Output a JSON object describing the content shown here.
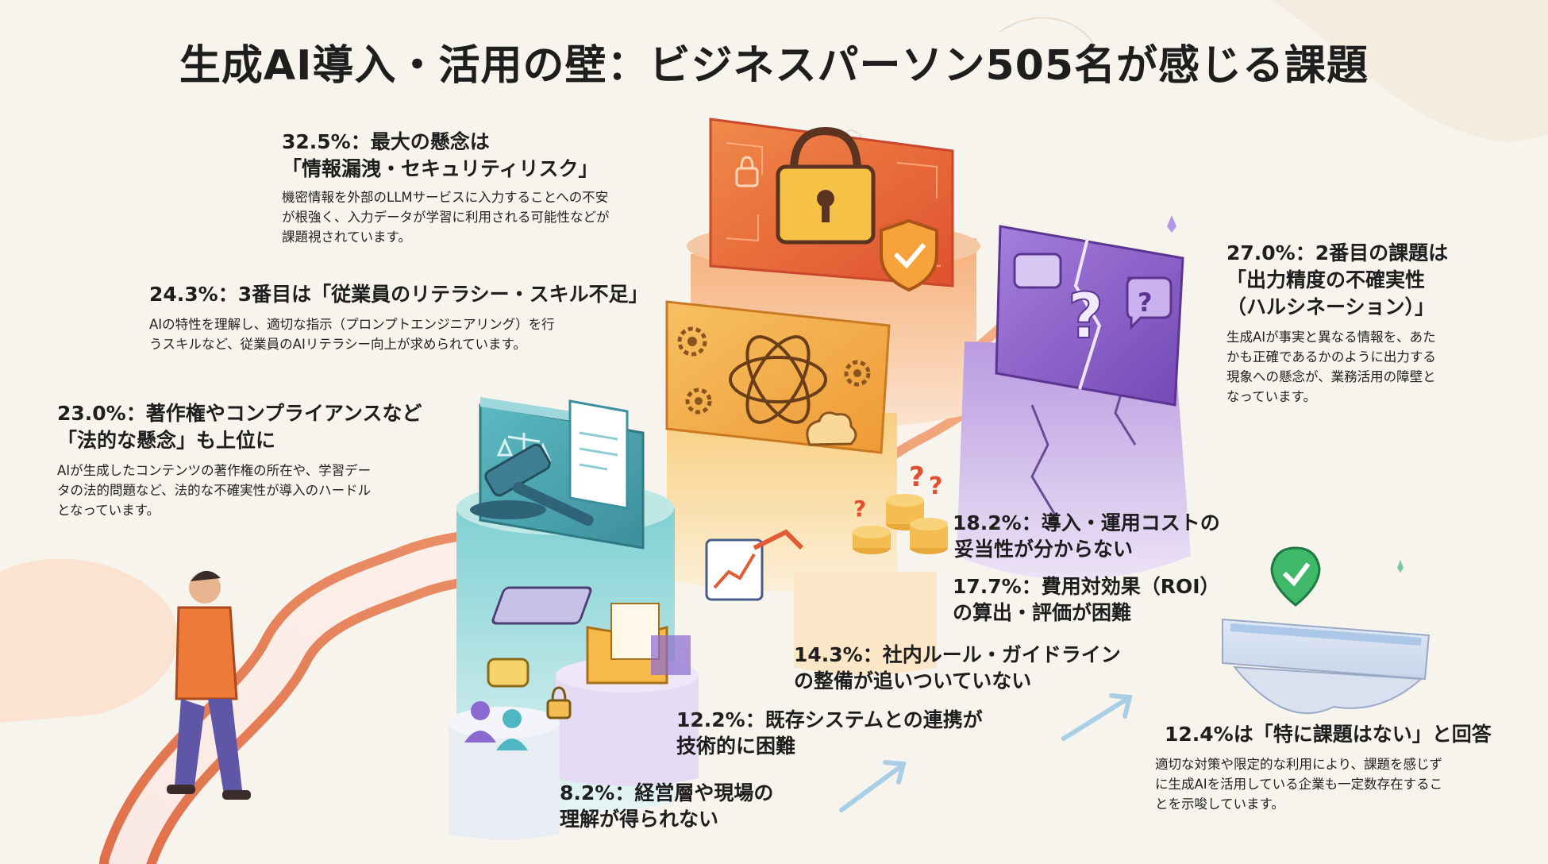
{
  "title": "生成AI導入・活用の壁：ビジネスパーソン505名が感じる課題",
  "colors": {
    "security": "#ea6a3a",
    "literacy": "#f2a43a",
    "legal": "#4fb7c2",
    "hallucination": "#8e60c6",
    "neutral": "#cfd7e3",
    "background": "#f7f4ee"
  },
  "items": {
    "security": {
      "heading1": "32.5%：最大の懸念は",
      "heading2": "「情報漏洩・セキュリティリスク」",
      "body": [
        "機密情報を外部のLLMサービスに入力することへの不安",
        "が根強く、入力データが学習に利用される可能性などが",
        "課題視されています。"
      ],
      "icons": [
        "lock-icon",
        "shield-check-icon"
      ]
    },
    "literacy": {
      "heading": "24.3%：3番目は「従業員のリテラシー・スキル不足」",
      "body": [
        "AIの特性を理解し、適切な指示（プロンプトエンジニアリング）を行",
        "うスキルなど、従業員のAIリテラシー向上が求められています。"
      ],
      "icons": [
        "ai-knot-icon",
        "gear-icon",
        "brain-icon"
      ]
    },
    "legal": {
      "heading1": "23.0%：著作権やコンプライアンスなど",
      "heading2": "「法的な懸念」も上位に",
      "body": [
        "AIが生成したコンテンツの著作権の所在や、学習デー",
        "タの法的問題など、法的な不確実性が導入のハードル",
        "となっています。"
      ],
      "icons": [
        "gavel-icon",
        "scales-icon",
        "document-icon"
      ]
    },
    "hallucination": {
      "heading1": "27.0%：2番目の課題は",
      "heading2": "「出力精度の不確実性",
      "heading3": "（ハルシネーション）」",
      "body": [
        "生成AIが事実と異なる情報を、あた",
        "かも正確であるかのように出力する",
        "現象への懸念が、業務活用の障壁と",
        "なっています。"
      ],
      "icons": [
        "question-icon",
        "chat-bubble-icon"
      ]
    },
    "cost": {
      "line1": "18.2%：導入・運用コストの",
      "line2": "妥当性が分からない",
      "icons": [
        "coins-icon",
        "question-icon"
      ]
    },
    "roi": {
      "line1": "17.7%：費用対効果（ROI）",
      "line2": "の算出・評価が困難",
      "icons": [
        "chart-up-icon",
        "calculator-icon"
      ]
    },
    "rules": {
      "line1": "14.3%：社内ルール・ガイドライン",
      "line2": "の整備が追いついていない",
      "icons": [
        "folder-icon"
      ]
    },
    "systems": {
      "line1": "12.2%：既存システムとの連携が",
      "line2": "技術的に困難"
    },
    "management": {
      "line1": "8.2%：経営層や現場の",
      "line2": "理解が得られない",
      "icons": [
        "people-icon",
        "chat-bubble-icon",
        "lock-icon"
      ]
    },
    "none": {
      "heading": "12.4%は「特に課題はない」と回答",
      "body": [
        "適切な対策や限定的な利用により、課題を感じず",
        "に生成AIを活用している企業も一定数存在するこ",
        "とを示唆しています。"
      ],
      "icons": [
        "check-badge-icon"
      ]
    }
  },
  "illustration": {
    "figure": "walking-person-icon"
  }
}
